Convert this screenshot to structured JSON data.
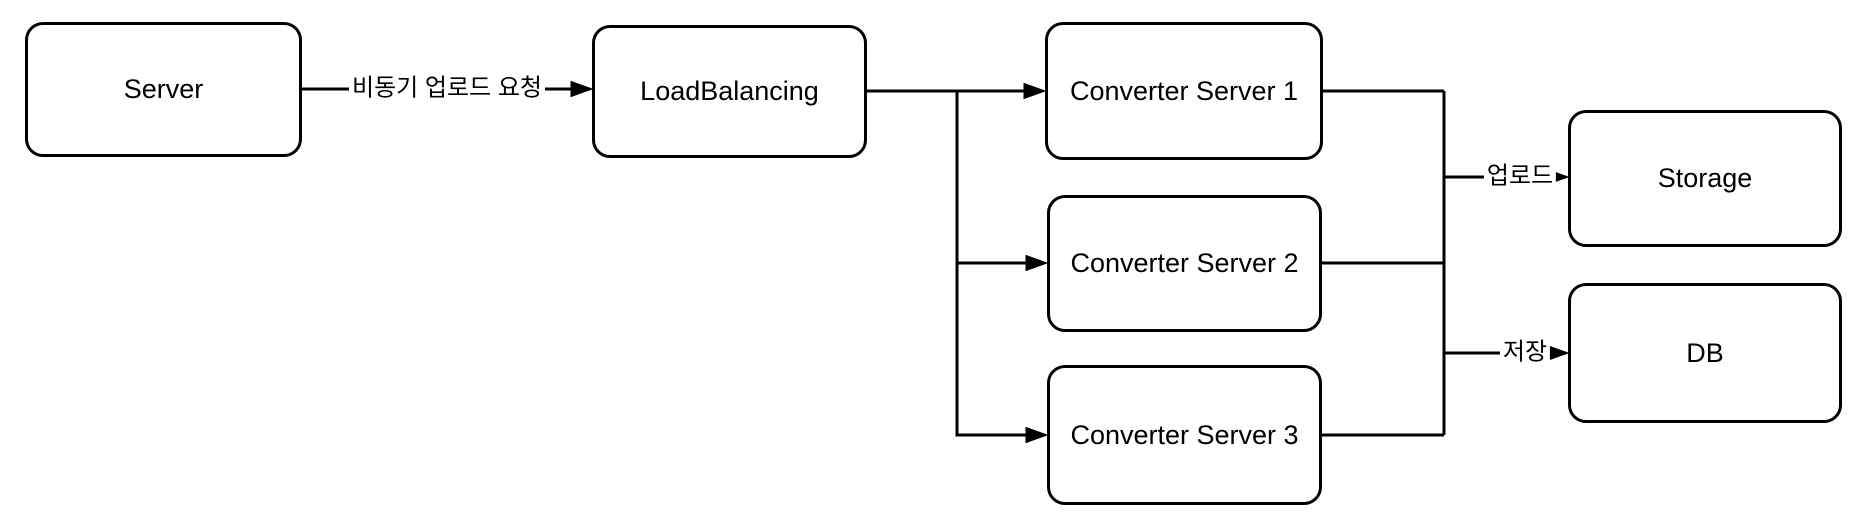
{
  "diagram": {
    "type": "flowchart",
    "nodes": [
      {
        "id": "server",
        "label": "Server"
      },
      {
        "id": "loadbalancing",
        "label": "LoadBalancing"
      },
      {
        "id": "converter1",
        "label": "Converter Server 1"
      },
      {
        "id": "converter2",
        "label": "Converter Server 2"
      },
      {
        "id": "converter3",
        "label": "Converter Server 3"
      },
      {
        "id": "storage",
        "label": "Storage"
      },
      {
        "id": "db",
        "label": "DB"
      }
    ],
    "edges": [
      {
        "from": "Server",
        "to": "LoadBalancing",
        "label": "비동기 업로드 요청"
      },
      {
        "from": "LoadBalancing",
        "to": "Converter Server 1",
        "label": ""
      },
      {
        "from": "LoadBalancing",
        "to": "Converter Server 2",
        "label": ""
      },
      {
        "from": "LoadBalancing",
        "to": "Converter Server 3",
        "label": ""
      },
      {
        "from": "Converter Servers",
        "to": "Storage",
        "label": "업로드"
      },
      {
        "from": "Converter Servers",
        "to": "DB",
        "label": "저장"
      }
    ],
    "colors": {
      "stroke": "#000000",
      "node_fill": "#ffffff",
      "canvas_background": "#ffffff"
    }
  }
}
